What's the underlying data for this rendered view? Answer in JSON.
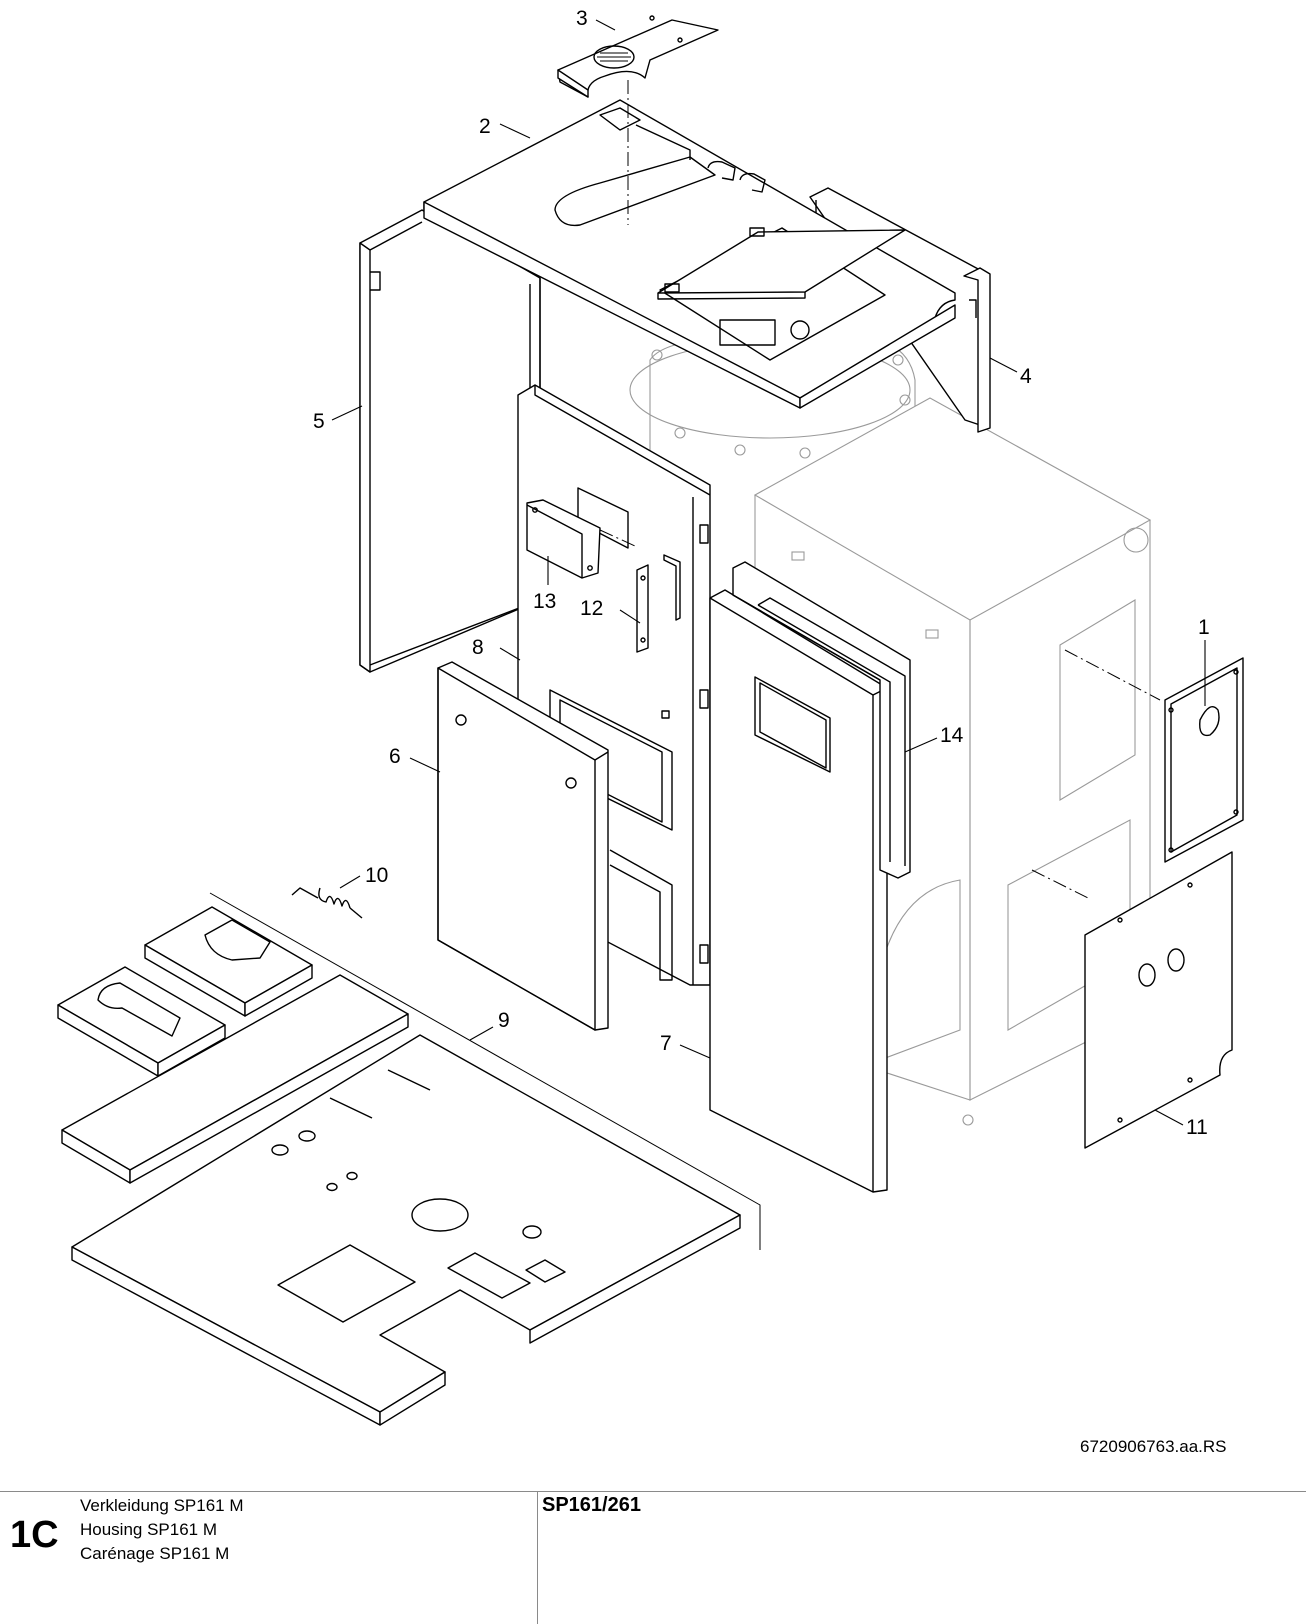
{
  "callouts": [
    "1",
    "2",
    "3",
    "4",
    "5",
    "6",
    "7",
    "8",
    "9",
    "10",
    "11",
    "12",
    "13",
    "14"
  ],
  "drawing_number": "6720906763.aa.RS",
  "footer": {
    "section_code": "1C",
    "titles": [
      "Verkleidung SP161 M",
      "Housing SP161 M",
      "Carénage SP161 M"
    ],
    "model": "SP161/261"
  }
}
